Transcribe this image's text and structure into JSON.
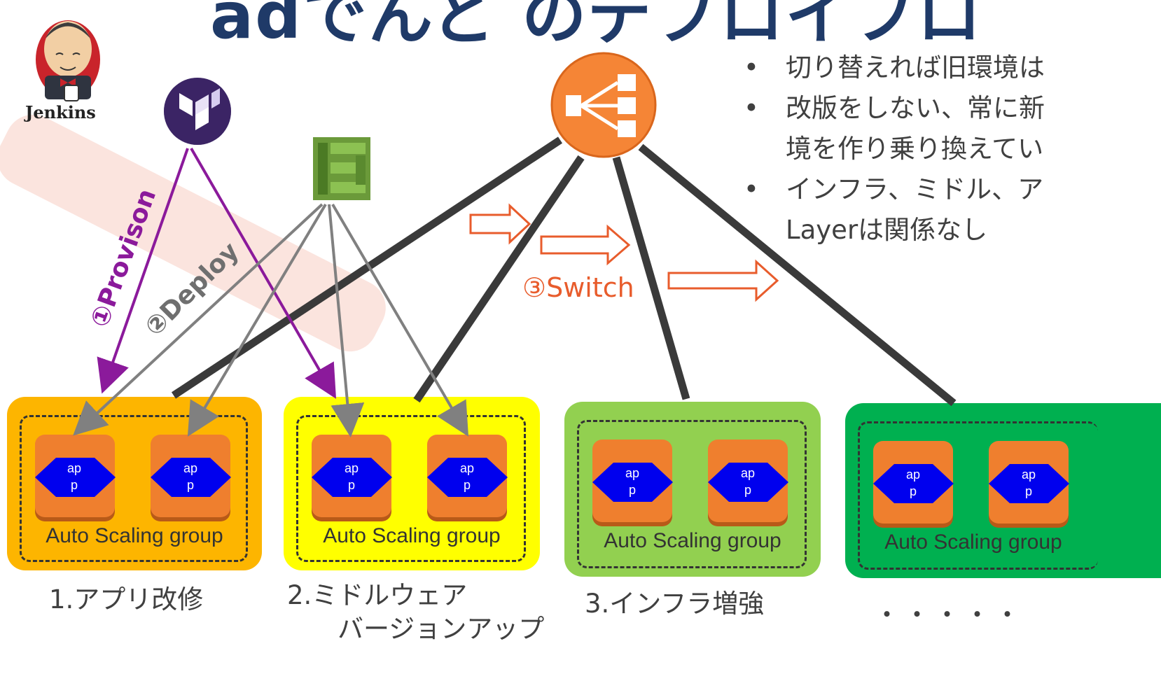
{
  "title": "ādでんど のデプロイフロ",
  "bullets": [
    {
      "lines": [
        "切り替えれば旧環境は"
      ]
    },
    {
      "lines": [
        "改版をしない、常に新",
        "境を作り乗り換えてい"
      ]
    },
    {
      "lines": [
        "インフラ、ミドル、ア",
        "Layerは関係なし"
      ]
    }
  ],
  "jenkins": {
    "label": "Jenkins"
  },
  "steps": {
    "provision": "①Provison",
    "deploy": "②Deploy",
    "switch": "③Switch"
  },
  "groups": [
    {
      "asg_label": "Auto Scaling group",
      "caption": "1.アプリ改修",
      "color": "#fdb500"
    },
    {
      "asg_label": "Auto Scaling group",
      "caption": "2.ミドルウェア",
      "caption2": "バージョンアップ",
      "color": "#ffff00"
    },
    {
      "asg_label": "Auto Scaling group",
      "caption": "3.インフラ増強",
      "color": "#92d050"
    },
    {
      "asg_label": "Auto Scaling group",
      "caption": "・・・・・",
      "color": "#00b050"
    }
  ],
  "app_label": {
    "line1": "ap",
    "line2": "p"
  },
  "colors": {
    "provision": "#8b1a9b",
    "deploy": "#808080",
    "switch": "#e85c2c",
    "title": "#1f3a68",
    "lb": "#f58536",
    "wire": "#3a3a3a"
  },
  "icons": [
    "jenkins-butler-icon",
    "terraform-icon",
    "codedeploy-icon",
    "load-balancer-icon"
  ]
}
